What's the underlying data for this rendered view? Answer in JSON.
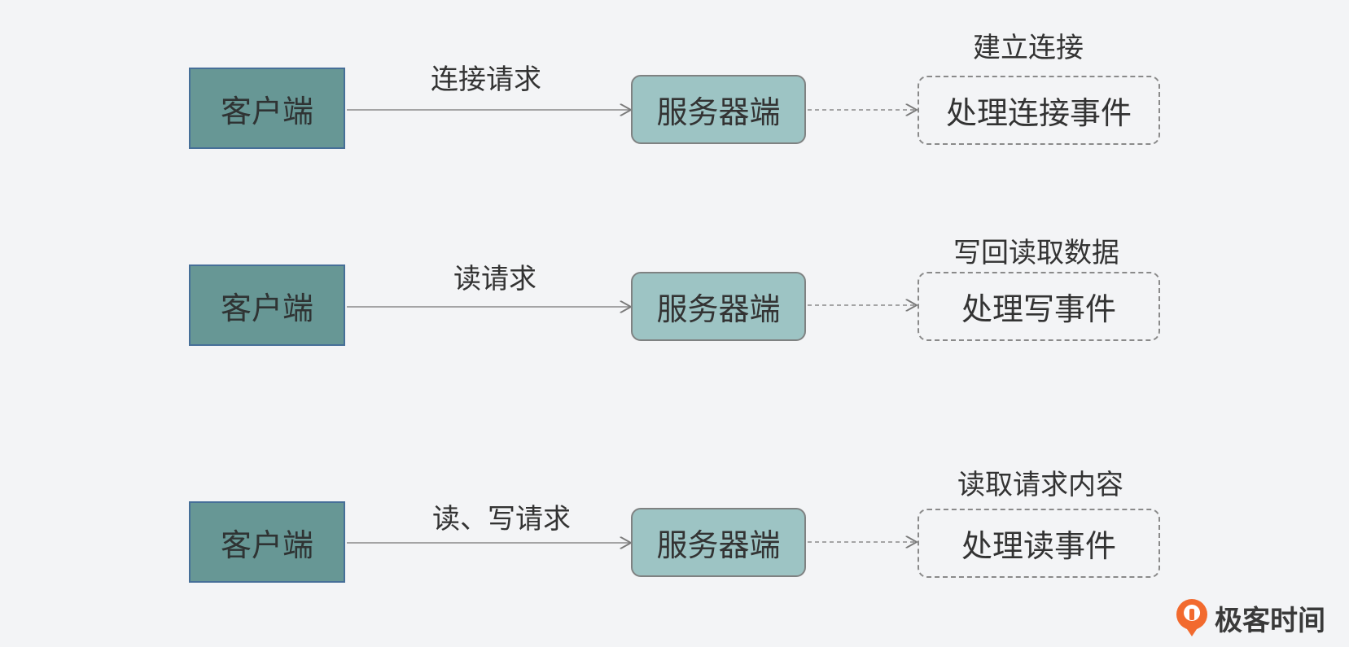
{
  "rows": [
    {
      "client": "客户端",
      "request": "连接请求",
      "server": "服务器端",
      "action": "建立连接",
      "handler": "处理连接事件"
    },
    {
      "client": "客户端",
      "request": "读请求",
      "server": "服务器端",
      "action": "写回读取数据",
      "handler": "处理写事件"
    },
    {
      "client": "客户端",
      "request": "读、写请求",
      "server": "服务器端",
      "action": "读取请求内容",
      "handler": "处理读事件"
    }
  ],
  "logo": {
    "text": "极客时间",
    "icon": "geektime-logo-icon",
    "color": "#f26a2e"
  },
  "colors": {
    "background": "#f3f4f6",
    "client_fill": "#679795",
    "client_border": "#466f98",
    "server_fill": "#9dc4c4",
    "server_border": "#7f8282",
    "connector": "#8a8a8a"
  }
}
